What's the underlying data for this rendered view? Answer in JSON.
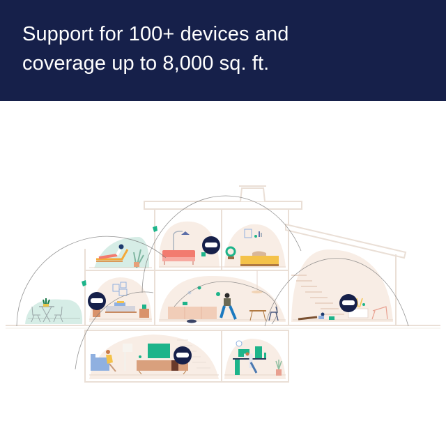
{
  "banner": {
    "line1": "Support for 100+ devices and",
    "line2": "coverage up to 8,000 sq. ft.",
    "background_color": "#16204a",
    "text_color": "#ffffff"
  },
  "illustration": {
    "subject": "house cross-section with mesh wifi coverage",
    "router_count": 4,
    "coverage_zone_count": 5,
    "colors": {
      "router_badge": "#16204a",
      "router_device": "#ffffff",
      "wall_line": "#eadfd6",
      "room_blob": "#f8ede5",
      "coverage_arc": "#7a7a7a",
      "accent_green": "#1db48a",
      "sofa_coral": "#f27b6f",
      "bed_yellow": "#f4c24a",
      "cabinet_tan": "#d9a07d",
      "chair_blue": "#8fb0e0",
      "patio_mint": "#d6ede6"
    },
    "rooms": [
      {
        "id": "balcony",
        "floor": "upper-left",
        "items": [
          "lounge chair",
          "person reading",
          "potted plant"
        ]
      },
      {
        "id": "upstairs-living",
        "floor": "top",
        "items": [
          "coral sofa",
          "floor lamp",
          "router"
        ]
      },
      {
        "id": "upstairs-bedroom",
        "floor": "top",
        "items": [
          "yellow bed",
          "dog",
          "green chair",
          "shelf"
        ]
      },
      {
        "id": "patio",
        "floor": "ground-left",
        "items": [
          "bistro table",
          "two chairs",
          "plant"
        ]
      },
      {
        "id": "den",
        "floor": "ground",
        "items": [
          "coffee table",
          "framed pictures",
          "router"
        ]
      },
      {
        "id": "kitchen",
        "floor": "ground",
        "items": [
          "cabinets",
          "walking man",
          "robot vacuum",
          "dining table"
        ]
      },
      {
        "id": "stair-room",
        "floor": "ground-right",
        "items": [
          "stairs",
          "person on floor",
          "lounge chair",
          "router"
        ]
      },
      {
        "id": "basement-living",
        "floor": "basement",
        "items": [
          "blue armchair",
          "woman",
          "TV",
          "media console",
          "router"
        ]
      },
      {
        "id": "office",
        "floor": "basement",
        "items": [
          "desk",
          "monitors",
          "person at computer",
          "clock",
          "plant"
        ]
      }
    ]
  }
}
